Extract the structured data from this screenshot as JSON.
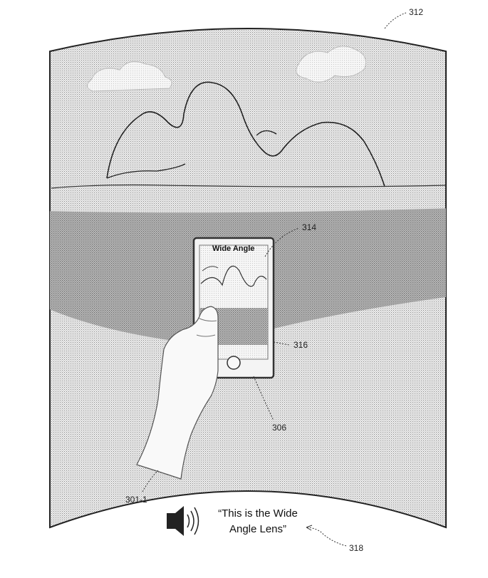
{
  "labels": {
    "display": "312",
    "scene_region": "314",
    "background_region": "316",
    "device": "306",
    "hand": "301-1",
    "audio": "318"
  },
  "device_screen": {
    "title": "Wide Angle"
  },
  "audio_output": {
    "line1": "“This is the Wide",
    "line2": "Angle Lens”",
    "icon": "speaker-icon"
  }
}
